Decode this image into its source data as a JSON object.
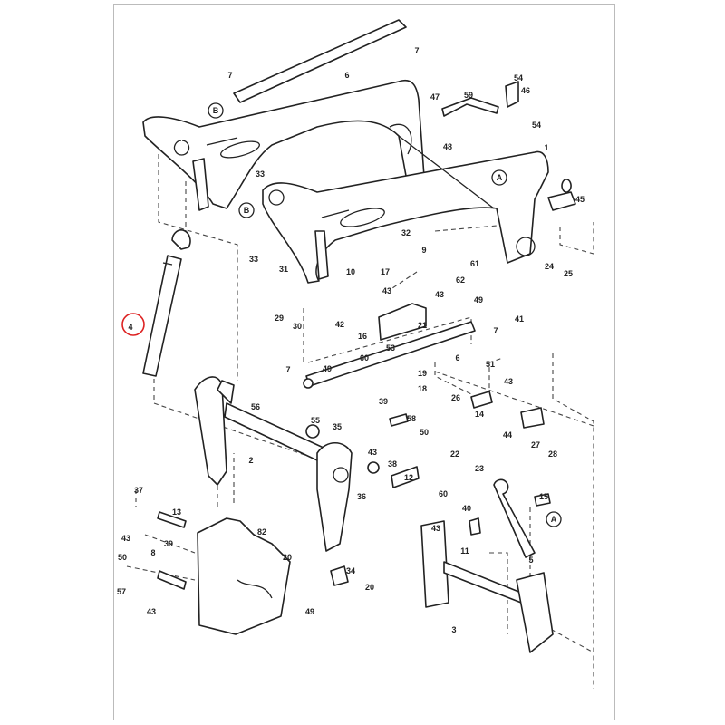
{
  "diagram": {
    "type": "exploded-parts-diagram",
    "highlighted_part": "4",
    "highlight_color": "#d22222",
    "part_labels": [
      "7",
      "6",
      "7",
      "B",
      "54",
      "47",
      "59",
      "46",
      "54",
      "48",
      "1",
      "33",
      "B",
      "A",
      "45",
      "32",
      "9",
      "61",
      "33",
      "31",
      "10",
      "17",
      "62",
      "43",
      "43",
      "49",
      "29",
      "30",
      "42",
      "4",
      "41",
      "16",
      "21",
      "7",
      "53",
      "60",
      "6",
      "51",
      "24",
      "25",
      "7",
      "49",
      "19",
      "18",
      "43",
      "26",
      "14",
      "39",
      "56",
      "55",
      "35",
      "58",
      "50",
      "44",
      "27",
      "28",
      "43",
      "38",
      "22",
      "23",
      "12",
      "2",
      "36",
      "60",
      "37",
      "13",
      "15",
      "A",
      "40",
      "43",
      "39",
      "82",
      "43",
      "11",
      "50",
      "8",
      "5",
      "20",
      "34",
      "20",
      "57",
      "43",
      "49",
      "3"
    ]
  }
}
